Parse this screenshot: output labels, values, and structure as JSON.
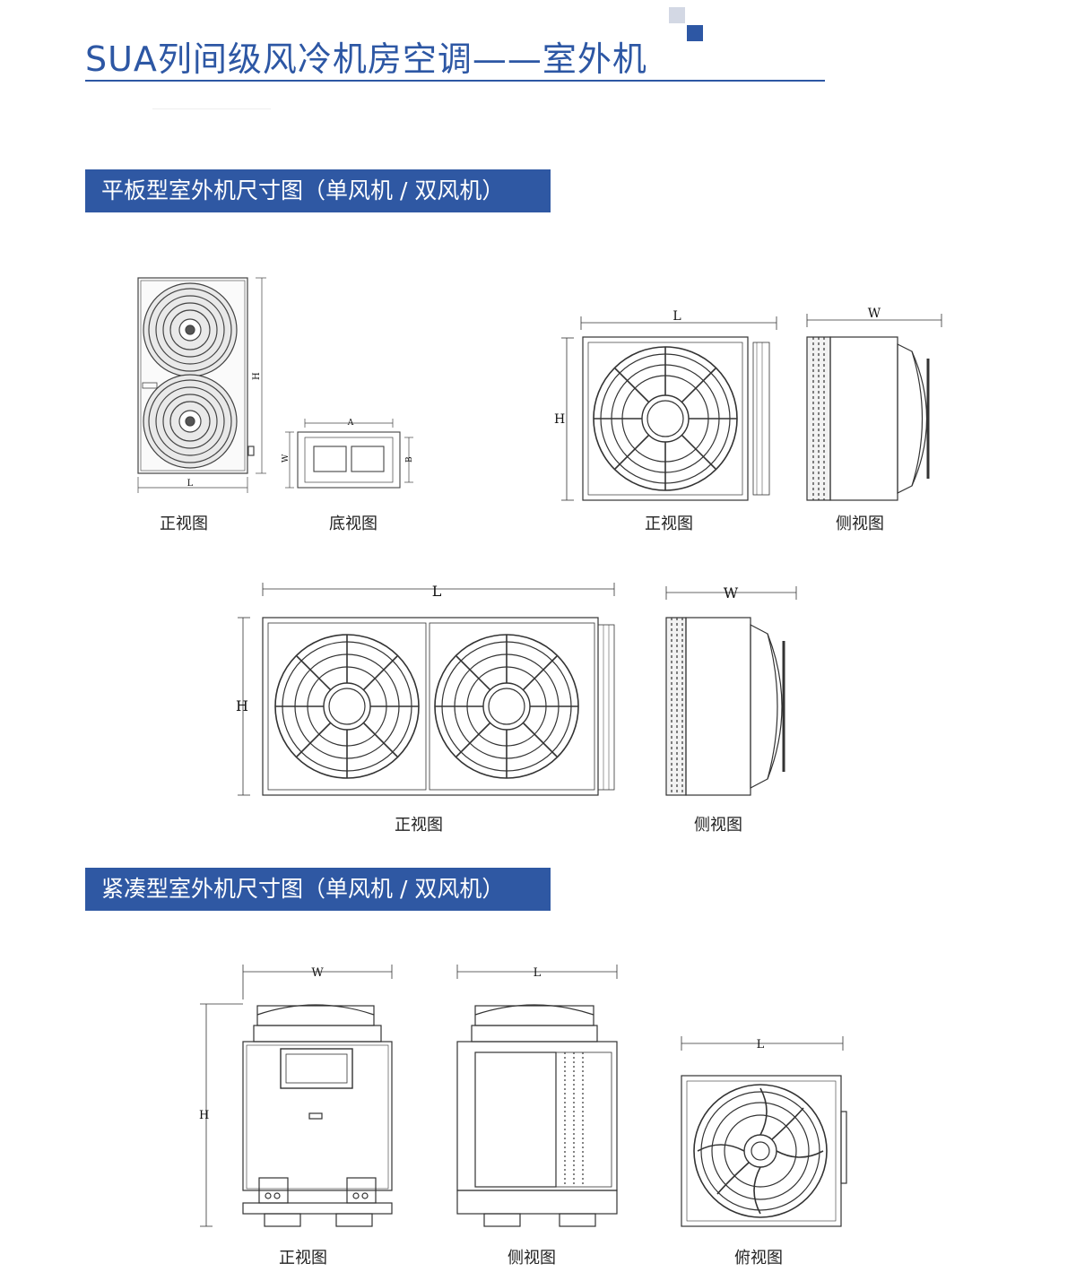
{
  "header": {
    "title": "SUA列间级风冷机房空调——室外机"
  },
  "section1": {
    "banner": "平板型室外机尺寸图（单风机 / 双风机）",
    "captions": {
      "front_small": "正视图",
      "bottom": "底视图",
      "front_single": "正视图",
      "side_single": "侧视图",
      "front_double": "正视图",
      "side_double": "侧视图"
    },
    "dims": {
      "H": "H",
      "L": "L",
      "W": "W",
      "A": "A",
      "B": "B"
    }
  },
  "section2": {
    "banner": "紧凑型室外机尺寸图（单风机 / 双风机）",
    "captions": {
      "front": "正视图",
      "side": "侧视图",
      "top": "俯视图"
    },
    "dims": {
      "W": "W",
      "L": "L",
      "H": "H"
    }
  },
  "colors": {
    "brand_blue": "#2d57a4",
    "banner_blue": "#2f58a3",
    "line_gray": "#333333"
  }
}
